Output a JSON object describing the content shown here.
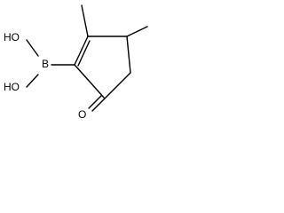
{
  "molecule": {
    "atoms": [
      {
        "symbol": "H",
        "text": "HO"
      },
      {
        "symbol": "H",
        "text": "HO"
      },
      {
        "symbol": "B",
        "text": "B"
      },
      {
        "symbol": "O",
        "text": "O"
      }
    ]
  }
}
